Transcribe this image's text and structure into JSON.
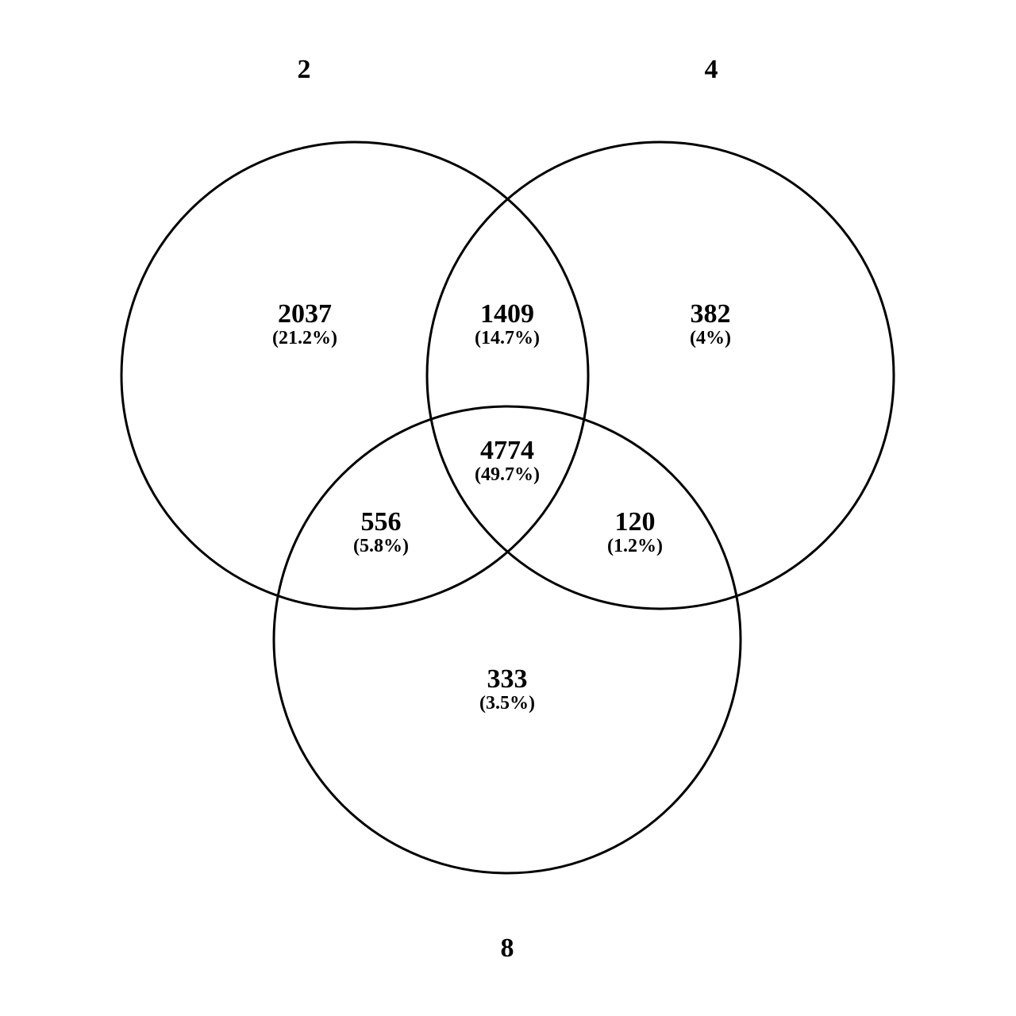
{
  "sets": [
    {
      "name": "2"
    },
    {
      "name": "4"
    },
    {
      "name": "8"
    }
  ],
  "regions": {
    "only_2": {
      "count": "2037",
      "percent": "(21.2%)"
    },
    "only_4": {
      "count": "382",
      "percent": "(4%)"
    },
    "only_8": {
      "count": "333",
      "percent": "(3.5%)"
    },
    "2_and_4": {
      "count": "1409",
      "percent": "(14.7%)"
    },
    "2_and_8": {
      "count": "556",
      "percent": "(5.8%)"
    },
    "4_and_8": {
      "count": "120",
      "percent": "(1.2%)"
    },
    "all_three": {
      "count": "4774",
      "percent": "(49.7%)"
    }
  },
  "colors": {
    "stroke": "#000000",
    "background": "#ffffff"
  }
}
